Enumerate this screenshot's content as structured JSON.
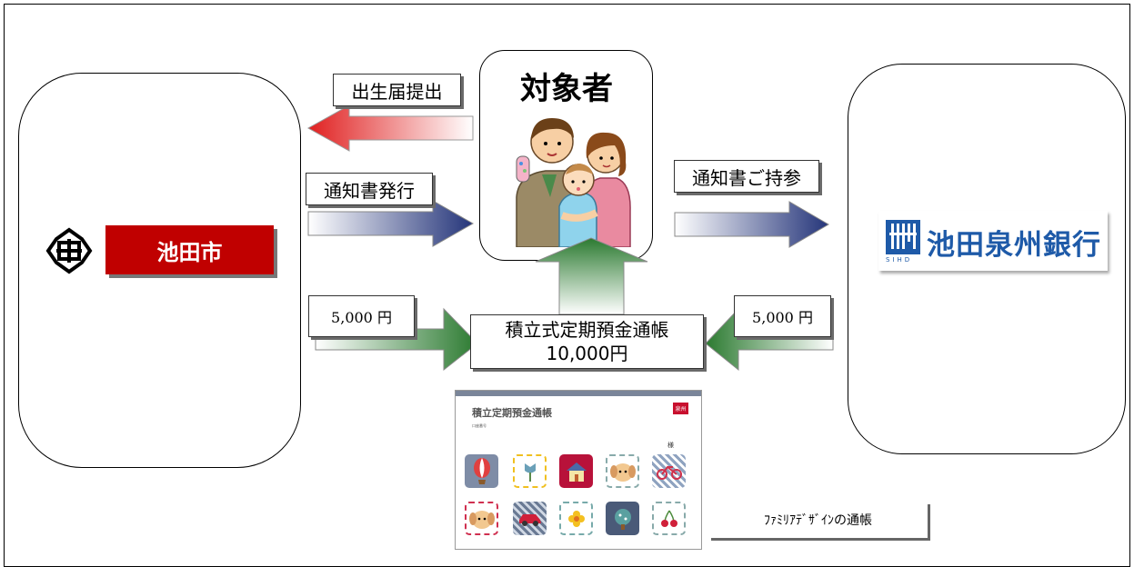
{
  "title": "対象者",
  "city": {
    "name": "池田市",
    "logo_icon": "ikeda-city-emblem-icon"
  },
  "bank": {
    "name": "池田泉州銀行",
    "sub": "SIHD",
    "logo_icon": "bank-logo-icon",
    "color": "#1e5aa8"
  },
  "arrows": {
    "birth": "出生届提出",
    "notice_issue": "通知書発行",
    "notice_bring": "通知書ご持参"
  },
  "amounts": {
    "city": "5,000 円",
    "bank": "5,000 円"
  },
  "passbook_box": {
    "line1": "積立式定期預金通帳",
    "line2": "10,000円"
  },
  "passbook": {
    "title": "積立定期預金通帳",
    "tag": "泉州",
    "small": "口座番号",
    "sama": "様",
    "tiles": [
      "balloon",
      "tulip",
      "house",
      "dog",
      "bicycle",
      "dog-face",
      "car",
      "flower",
      "tree",
      "cherry"
    ]
  },
  "caption": "ﾌｧﾐﾘｱﾃﾞｻﾞｲﾝの通帳",
  "colors": {
    "city_red": "#c00000",
    "arrow_red": "#e03030",
    "arrow_blue": "#2a3a7c",
    "arrow_green": "#2e7d32"
  }
}
